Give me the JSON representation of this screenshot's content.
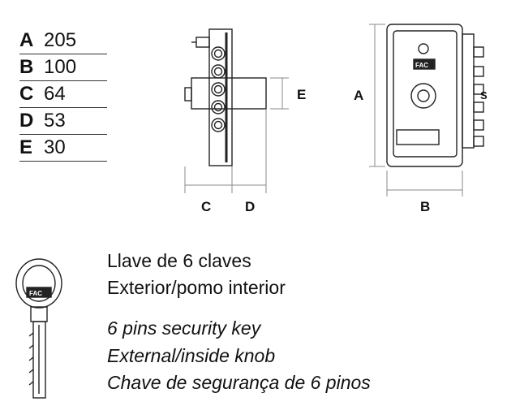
{
  "dimensions": [
    {
      "letter": "A",
      "value": "205"
    },
    {
      "letter": "B",
      "value": "100"
    },
    {
      "letter": "C",
      "value": "64"
    },
    {
      "letter": "D",
      "value": "53"
    },
    {
      "letter": "E",
      "value": "30"
    }
  ],
  "drawing_labels": {
    "c": "C",
    "d": "D",
    "e": "E",
    "a": "A",
    "b": "B",
    "s": "S",
    "brand": "FAC"
  },
  "captions": [
    {
      "text": "Llave de 6 claves",
      "style": "normal"
    },
    {
      "text": "Exterior/pomo interior",
      "style": "normal"
    },
    {
      "text": "6 pins security key",
      "style": "italic"
    },
    {
      "text": "External/inside knob",
      "style": "italic"
    },
    {
      "text": "Chave de segurança de 6 pinos",
      "style": "italic"
    }
  ],
  "colors": {
    "line": "#222222",
    "dim_line": "#888888",
    "text": "#111111"
  }
}
